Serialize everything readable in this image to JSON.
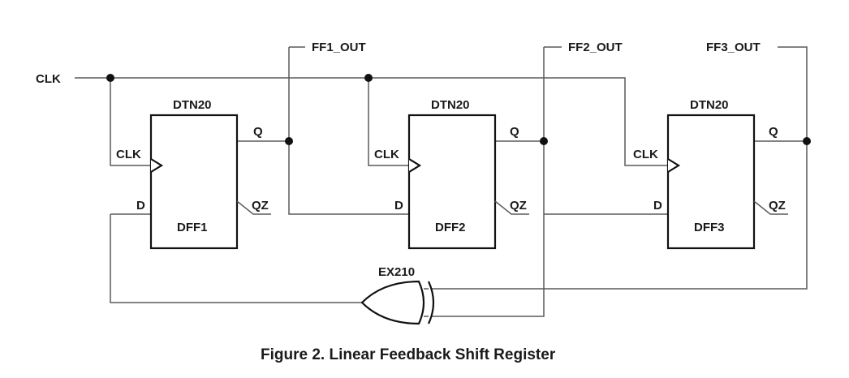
{
  "inputs": {
    "clk": "CLK"
  },
  "nets": {
    "ff1_out": "FF1_OUT",
    "ff2_out": "FF2_OUT",
    "ff3_out": "FF3_OUT"
  },
  "flipflops": [
    {
      "type": "DTN20",
      "name": "DFF1",
      "clk_pin": "CLK",
      "d_pin": "D",
      "q_pin": "Q",
      "qz_pin": "QZ"
    },
    {
      "type": "DTN20",
      "name": "DFF2",
      "clk_pin": "CLK",
      "d_pin": "D",
      "q_pin": "Q",
      "qz_pin": "QZ"
    },
    {
      "type": "DTN20",
      "name": "DFF3",
      "clk_pin": "CLK",
      "d_pin": "D",
      "q_pin": "Q",
      "qz_pin": "QZ"
    }
  ],
  "xor_gate": {
    "type": "EX210"
  },
  "caption": "Figure 2.  Linear Feedback Shift Register"
}
